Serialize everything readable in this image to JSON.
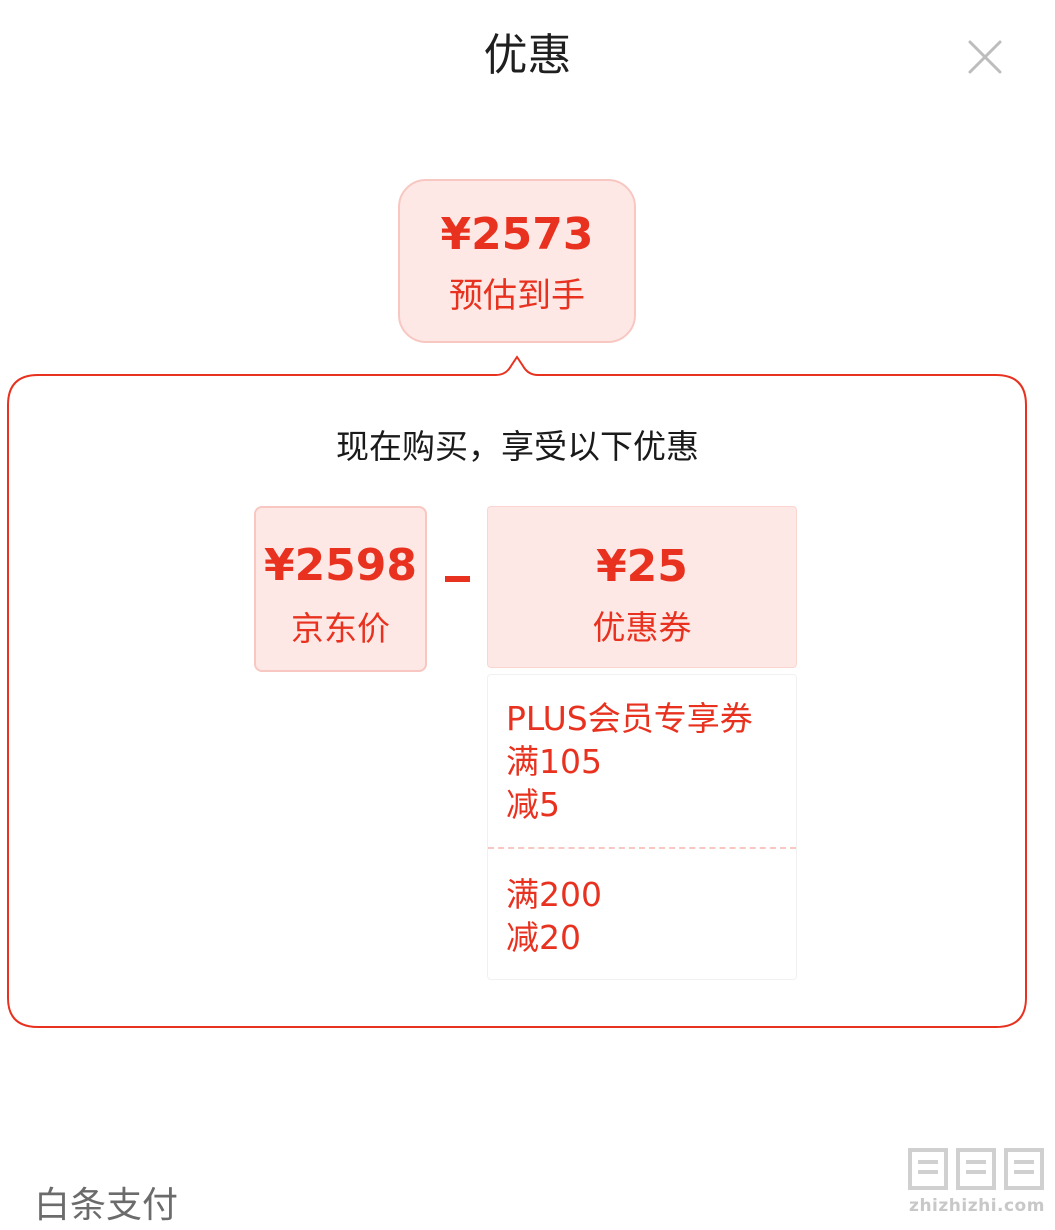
{
  "header": {
    "title": "优惠",
    "close_icon": "close-icon"
  },
  "estimate": {
    "price": "¥2573",
    "label": "预估到手"
  },
  "panel": {
    "heading": "现在购买，享受以下优惠",
    "jd_price": {
      "value": "¥2598",
      "label": "京东价"
    },
    "operator": "minus-sign",
    "coupon": {
      "value": "¥25",
      "label": "优惠券"
    },
    "coupon_items": [
      {
        "lines": [
          "PLUS会员专享券",
          "满105",
          "减5"
        ]
      },
      {
        "lines": [
          "满200",
          "减20"
        ]
      }
    ]
  },
  "footer": {
    "pay_method": "白条支付"
  },
  "watermark": {
    "text": "zhizhizhi.com"
  },
  "colors": {
    "accent": "#e8321f",
    "accent_bg": "#fde8e6",
    "accent_border": "#f8c7c1"
  }
}
